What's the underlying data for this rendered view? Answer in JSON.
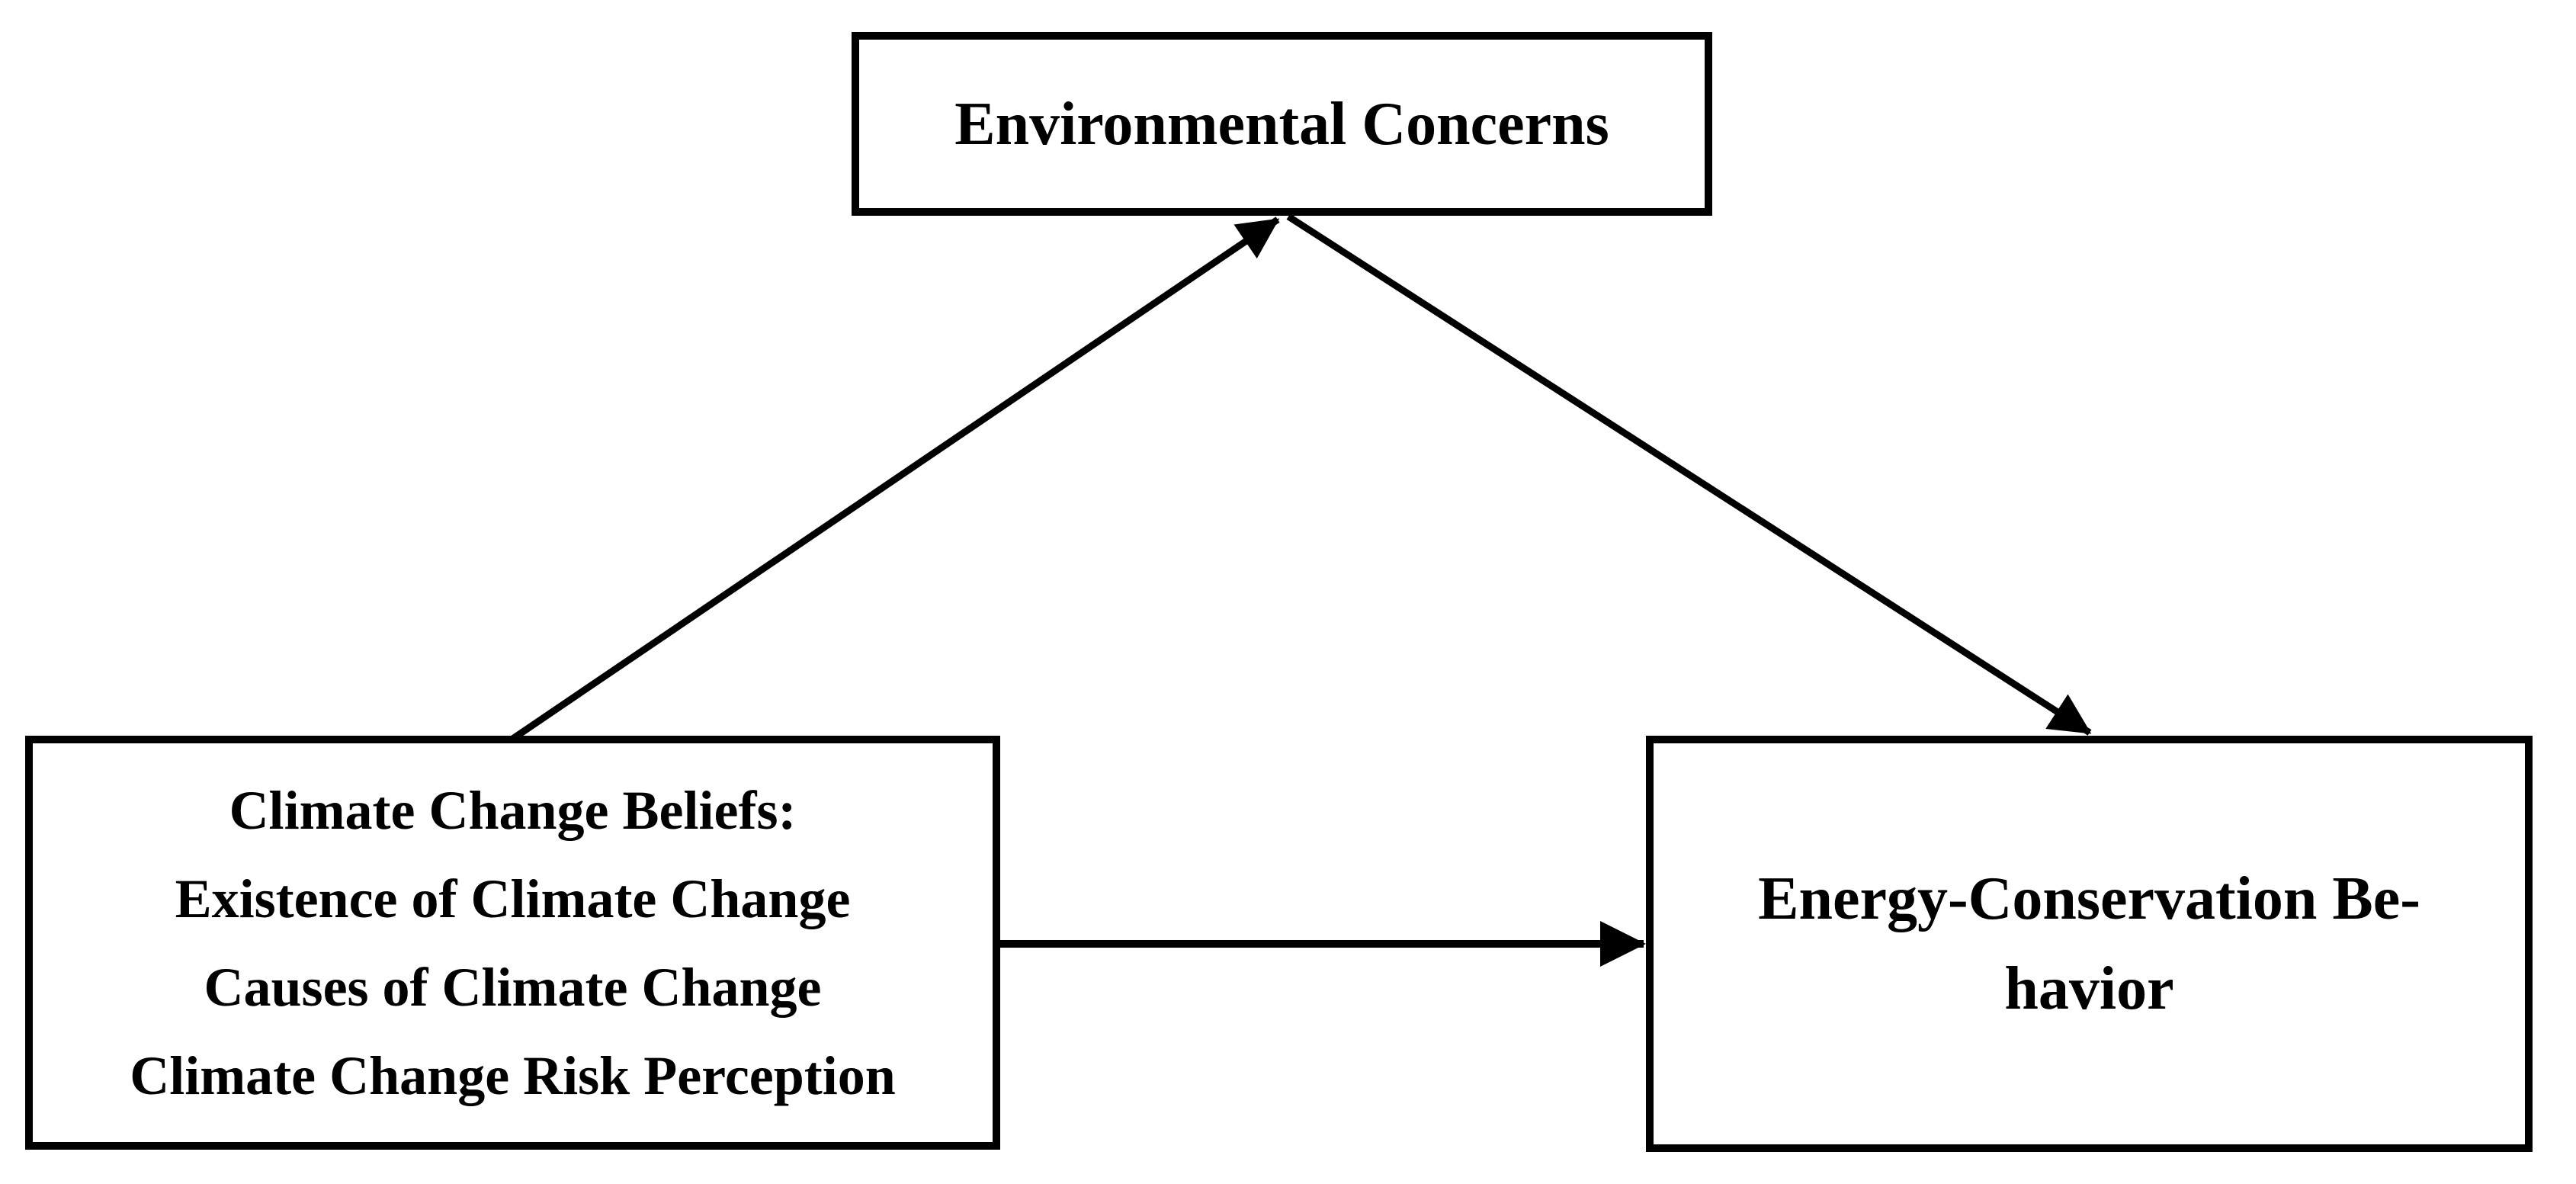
{
  "diagram": {
    "background_color": "#ffffff",
    "line_color": "#000000",
    "boxes": {
      "mediator": {
        "label": "Environmental Concerns"
      },
      "independent": {
        "lines": [
          "Climate Change Beliefs:",
          "Existence of Climate Change",
          "Causes of Climate Change",
          "Climate Change Risk Perception"
        ]
      },
      "dependent": {
        "lines": [
          "Energy-Conservation Be-",
          "havior"
        ]
      }
    },
    "arrows": [
      {
        "from": "independent",
        "to": "mediator",
        "style": "solid-black-arrowhead"
      },
      {
        "from": "mediator",
        "to": "dependent",
        "style": "solid-black-arrowhead"
      },
      {
        "from": "independent",
        "to": "dependent",
        "style": "solid-black-arrowhead"
      }
    ]
  }
}
